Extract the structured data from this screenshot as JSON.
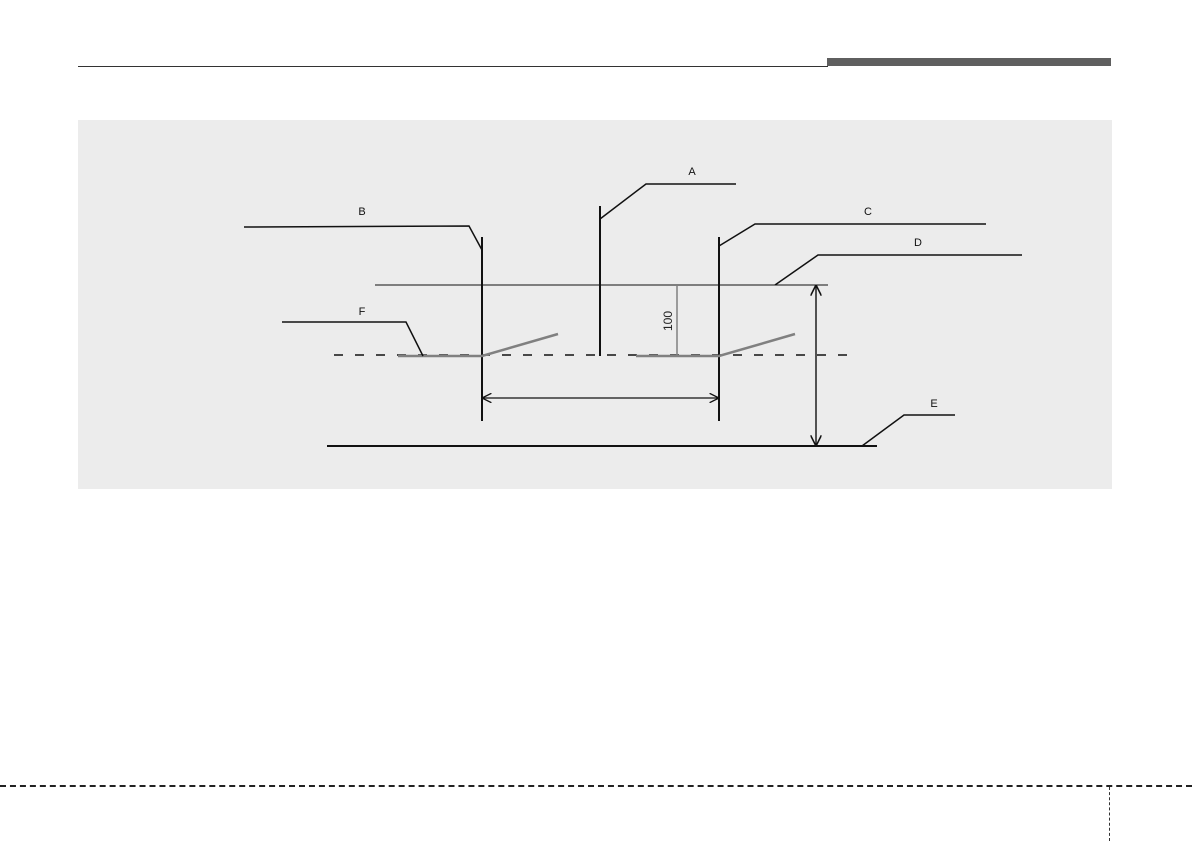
{
  "diagram": {
    "labels": {
      "a": "A",
      "b": "B",
      "c": "C",
      "d": "D",
      "e": "E",
      "f": "F"
    },
    "dimension": "100"
  }
}
